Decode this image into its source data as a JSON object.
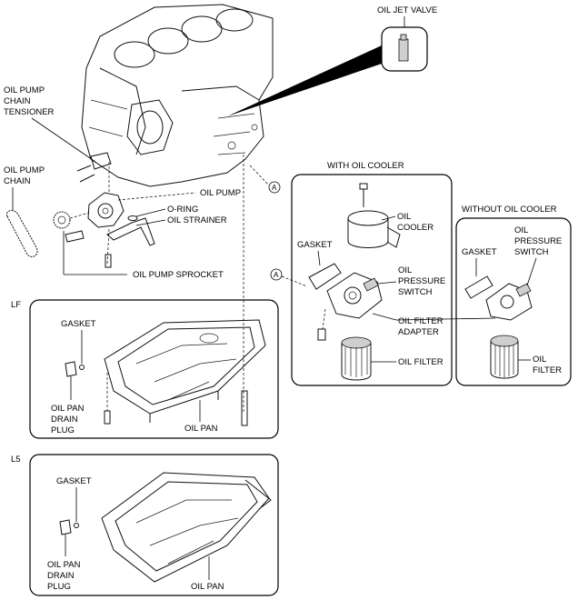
{
  "labels": {
    "oil_jet_valve": "OIL JET VALVE",
    "oil_pump_chain_tensioner": [
      "OIL PUMP",
      "CHAIN",
      "TENSIONER"
    ],
    "oil_pump_chain": [
      "OIL PUMP",
      "CHAIN"
    ],
    "oil_pump": "OIL PUMP",
    "o_ring": "O-RING",
    "oil_strainer": "OIL STRAINER",
    "oil_pump_sprocket": "OIL PUMP SPROCKET",
    "ref_mark": "A"
  },
  "with_oil_cooler": {
    "title": "WITH OIL COOLER",
    "oil_cooler": [
      "OIL",
      "COOLER"
    ],
    "gasket": "GASKET",
    "oil_pressure_switch": [
      "OIL",
      "PRESSURE",
      "SWITCH"
    ],
    "oil_filter_adapter": [
      "OIL FILTER",
      "ADAPTER"
    ],
    "oil_filter": "OIL FILTER"
  },
  "without_oil_cooler": {
    "title": "WITHOUT OIL COOLER",
    "gasket": "GASKET",
    "oil_pressure_switch": [
      "OIL",
      "PRESSURE",
      "SWITCH"
    ],
    "oil_filter": [
      "OIL",
      "FILTER"
    ]
  },
  "lf_panel": {
    "tag": "LF",
    "gasket": "GASKET",
    "drain_plug": [
      "OIL PAN",
      "DRAIN",
      "PLUG"
    ],
    "oil_pan": "OIL PAN"
  },
  "l5_panel": {
    "tag": "L5",
    "gasket": "GASKET",
    "drain_plug": [
      "OIL PAN",
      "DRAIN",
      "PLUG"
    ],
    "oil_pan": "OIL PAN"
  }
}
